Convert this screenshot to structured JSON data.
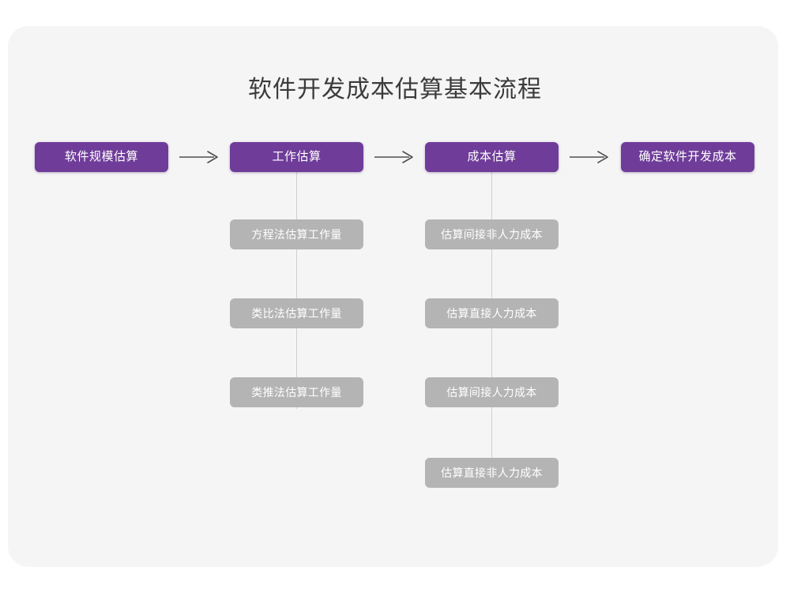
{
  "page": {
    "title": "软件开发成本估算基本流程",
    "background_color": "#ffffff",
    "card_color": "#f5f5f6",
    "accent_color": "#6f3d99",
    "secondary_color": "#b4b4b4",
    "connector_color": "#cfcfcf",
    "title_color": "#3b3b3b"
  },
  "flow": {
    "stages": [
      {
        "label": "软件规模估算"
      },
      {
        "label": "工作估算"
      },
      {
        "label": "成本估算"
      },
      {
        "label": "确定软件开发成本"
      }
    ],
    "arrows": [
      {
        "glyph": "→"
      },
      {
        "glyph": "→"
      },
      {
        "glyph": "→"
      }
    ],
    "branches": [
      {
        "parent": "工作估算",
        "items": [
          {
            "label": "方程法估算工作量"
          },
          {
            "label": "类比法估算工作量"
          },
          {
            "label": "类推法估算工作量"
          }
        ]
      },
      {
        "parent": "成本估算",
        "items": [
          {
            "label": "估算间接非人力成本"
          },
          {
            "label": "估算直接人力成本"
          },
          {
            "label": "估算间接人力成本"
          },
          {
            "label": "估算直接非人力成本"
          }
        ]
      }
    ]
  }
}
